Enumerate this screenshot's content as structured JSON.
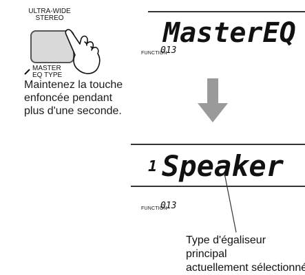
{
  "button": {
    "label_top_line1": "ULTRA-WIDE",
    "label_top_line2": "STEREO",
    "label_bottom_line1": "MASTER",
    "label_bottom_line2": "EQ TYPE",
    "fill": "#d9d9d9"
  },
  "instruction": {
    "line1": "Maintenez la touche",
    "line2": "enfoncée pendant",
    "line3": "plus d'une seconde."
  },
  "display_before": {
    "main_text": "MasterEQ",
    "function_label": "FUNCTION",
    "function_value": "013"
  },
  "display_after": {
    "prefix": "1",
    "main_text": "Speaker",
    "function_label": "FUNCTION",
    "function_value": "013"
  },
  "caption": {
    "line1": "Type d'égaliseur principal",
    "line2": "actuellement sélectionné"
  },
  "colors": {
    "arrow": "#9a9a9a",
    "line": "#333333",
    "text": "#111111"
  }
}
